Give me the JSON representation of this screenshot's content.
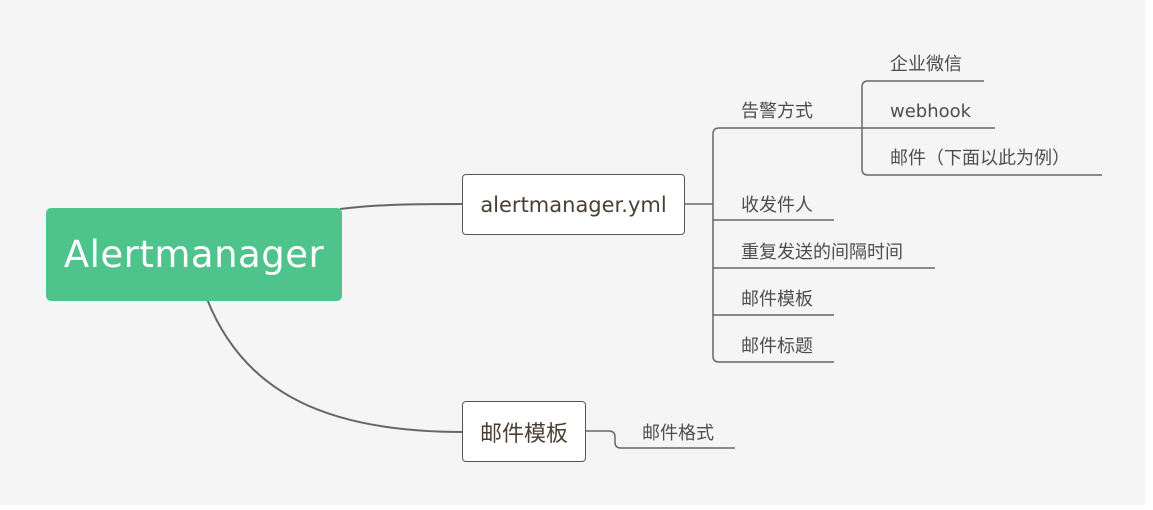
{
  "root": {
    "label": "Alertmanager"
  },
  "branches": [
    {
      "label": "alertmanager.yml",
      "children": [
        {
          "label": "告警方式",
          "children": [
            {
              "label": "企业微信"
            },
            {
              "label": "webhook"
            },
            {
              "label": "邮件（下面以此为例）"
            }
          ]
        },
        {
          "label": "收发件人"
        },
        {
          "label": "重复发送的间隔时间"
        },
        {
          "label": "邮件模板"
        },
        {
          "label": "邮件标题"
        }
      ]
    },
    {
      "label": "邮件模板",
      "children": [
        {
          "label": "邮件格式"
        }
      ]
    }
  ],
  "colors": {
    "canvas": "#f5f5f5",
    "root_fill": "#4fc38c",
    "line": "#666666",
    "node_text": "#4a3f35",
    "leaf_text": "#4d4d4d"
  }
}
